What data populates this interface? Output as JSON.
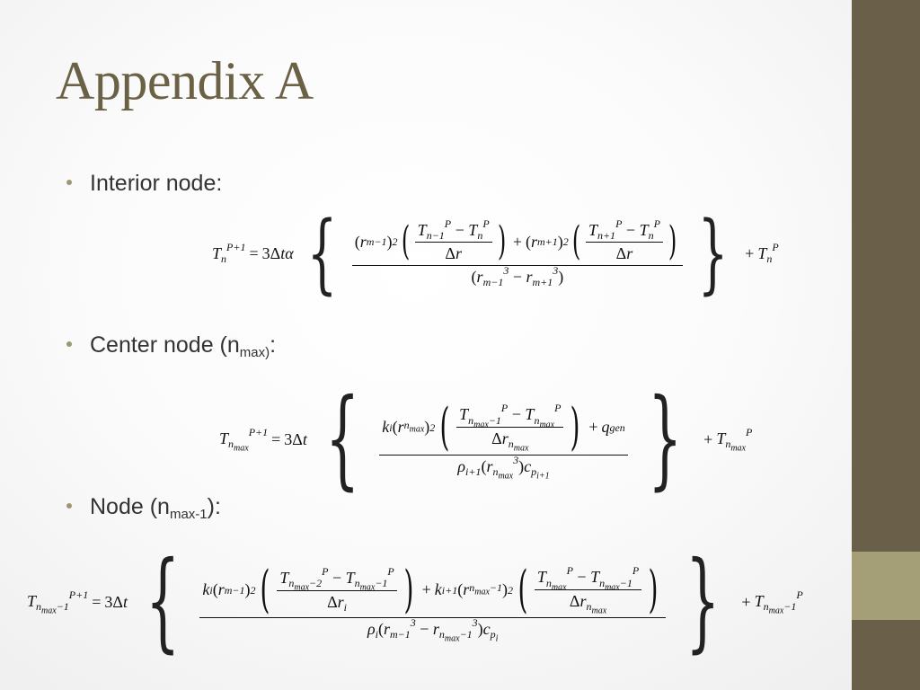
{
  "slide": {
    "title": "Appendix A",
    "colors": {
      "title": "#6b6245",
      "sidebar": "#6a5f48",
      "sidebar_accent": "#a59f78",
      "bullet": "#9b9776"
    }
  },
  "bullets": [
    {
      "text": "Interior node:"
    },
    {
      "text": "Center node (n",
      "sub": "max)",
      "suffix": ":"
    },
    {
      "text": "Node (n",
      "sub": "max-1",
      "suffix": "):"
    }
  ]
}
